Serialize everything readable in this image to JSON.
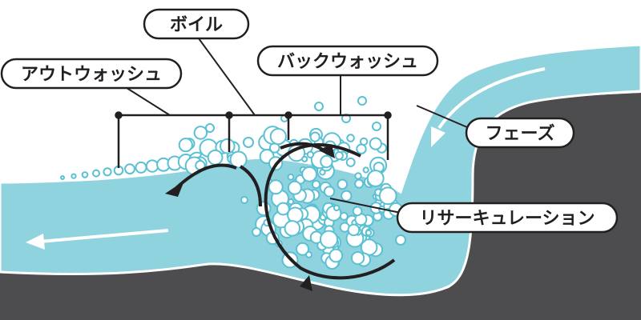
{
  "labels": {
    "boil": "ボイル",
    "outwash": "アウトウォッシュ",
    "backwash": "バックウォッシュ",
    "face": "フェーズ",
    "recirculation": "リサーキュレーション"
  },
  "colors": {
    "water": "#8fd3df",
    "water_outline": "#ffffff",
    "rock": "#4d4d4f",
    "ink": "#231f20",
    "bubble_fill": "#ffffff",
    "bubble_stroke": "#5bc0d2",
    "label_bg": "#ffffff"
  }
}
